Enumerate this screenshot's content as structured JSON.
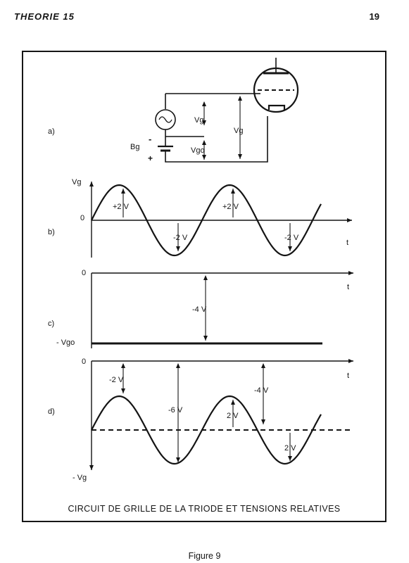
{
  "header": {
    "running_title": "THEORIE 15",
    "page_number": "19"
  },
  "panel_labels": {
    "a": "a)",
    "b": "b)",
    "c": "c)",
    "d": "d)"
  },
  "circuit": {
    "vg_inner": "Vg",
    "vg_outer": "Vg",
    "battery": "Bg",
    "minus": "-",
    "plus": "+",
    "vgo": "Vgo"
  },
  "graph_b": {
    "ylabel": "Vg",
    "zero": "0",
    "tlabel": "t",
    "peak_labels": [
      "+2 V",
      "+2 V"
    ],
    "trough_labels": [
      "-2 V",
      "-2 V"
    ]
  },
  "graph_c": {
    "zero": "0",
    "tlabel": "t",
    "span_label": "-4 V",
    "level_label": "- Vgo"
  },
  "graph_d": {
    "zero": "0",
    "tlabel": "t",
    "ylabel": "- Vg",
    "labels": {
      "peak_top": "-2 V",
      "trough_total": "-6 V",
      "right_total": "-4 V",
      "amp_up": "2 V",
      "amp_down": "2 V"
    }
  },
  "caption": "CIRCUIT DE GRILLE DE LA TRIODE ET TENSIONS RELATIVES",
  "figure_label": "Figure 9"
}
